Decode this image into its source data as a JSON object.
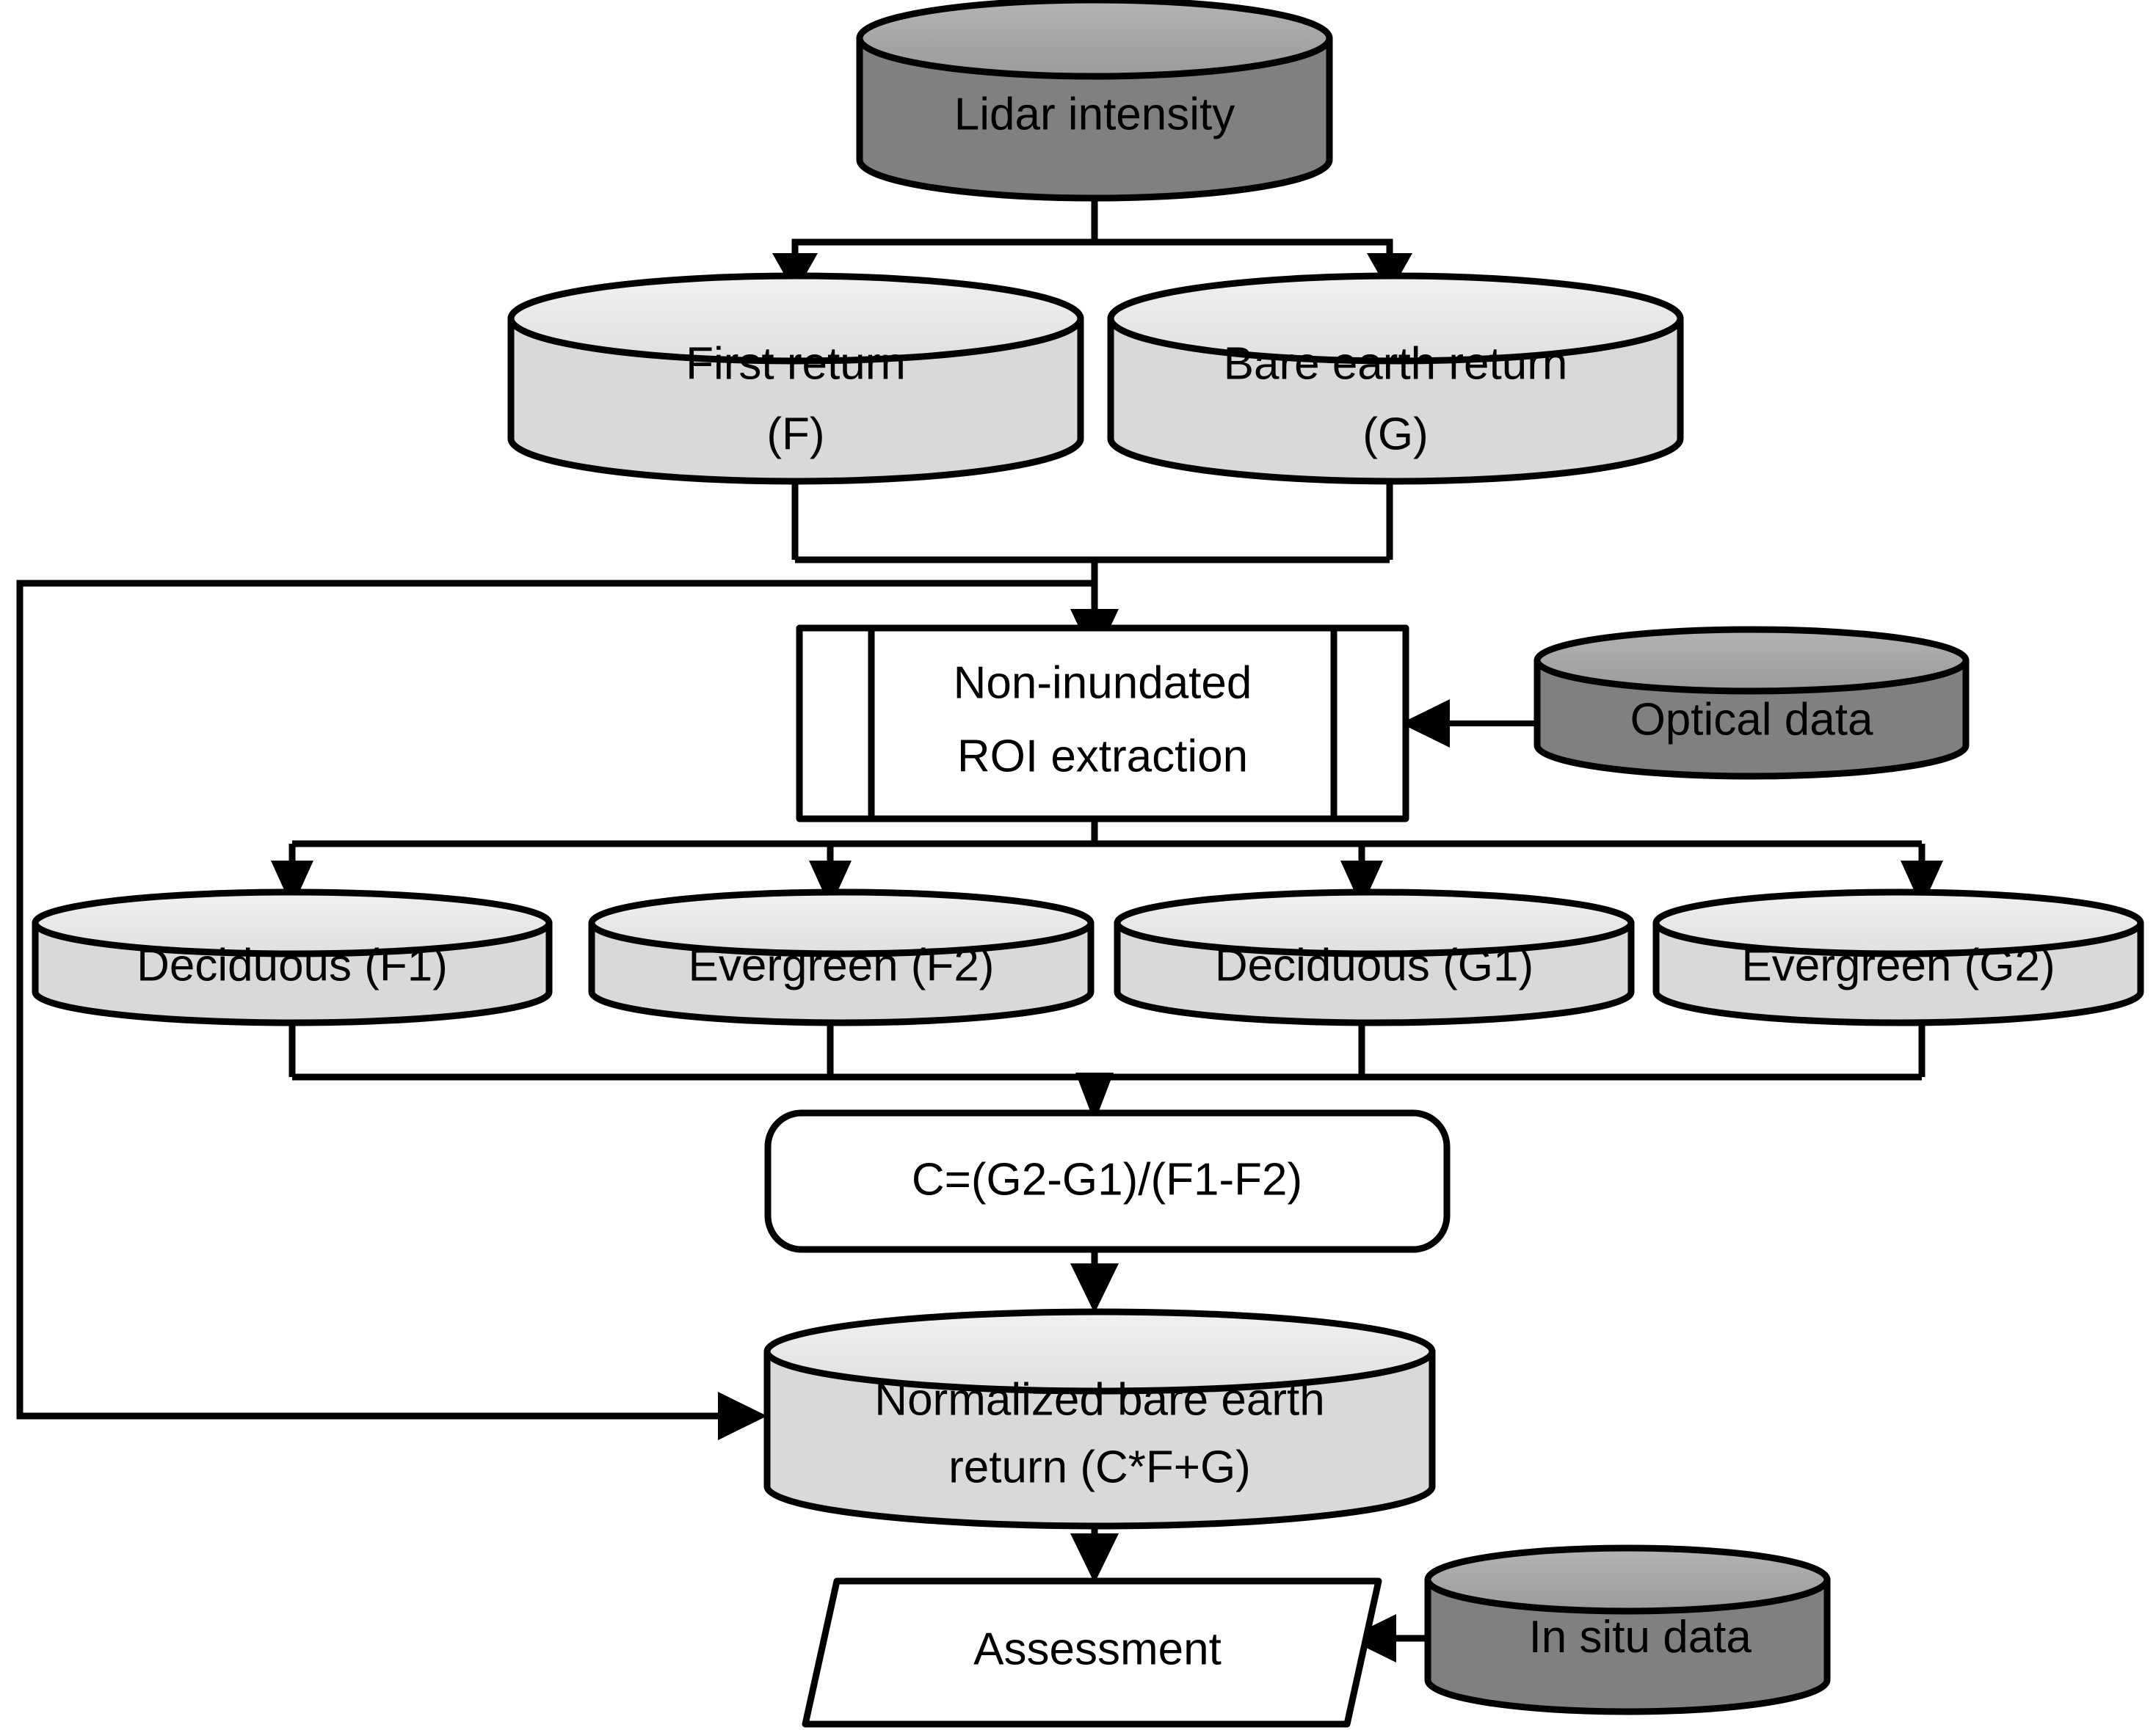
{
  "diagram": {
    "title": "Lidar intensity normalization workflow",
    "type": "flowchart",
    "background": "#ffffff",
    "colors": {
      "dark_cylinder_body": "#808080",
      "dark_cylinder_top": "#a6a6a6",
      "light_cylinder_body": "#d9d9d9",
      "light_cylinder_top": "#ebebeb",
      "white_fill": "#ffffff",
      "outline": "#000000"
    }
  },
  "nodes": {
    "lidar_intensity": {
      "label": "Lidar intensity",
      "shape": "cylinder",
      "fill": "dark"
    },
    "first_return": {
      "label_line1": "First return",
      "label_line2": "(F)",
      "shape": "cylinder",
      "fill": "light"
    },
    "bare_earth_return": {
      "label_line1": "Bare earth return",
      "label_line2": "(G)",
      "shape": "cylinder",
      "fill": "light"
    },
    "roi_extraction": {
      "label_line1": "Non-inundated",
      "label_line2": "ROI extraction",
      "shape": "predefined-process",
      "fill": "white"
    },
    "optical_data": {
      "label": "Optical data",
      "shape": "cylinder",
      "fill": "dark"
    },
    "deciduous_f1": {
      "label": "Deciduous (F1)",
      "shape": "cylinder",
      "fill": "light"
    },
    "evergreen_f2": {
      "label": "Evergreen (F2)",
      "shape": "cylinder",
      "fill": "light"
    },
    "deciduous_g1": {
      "label": "Deciduous (G1)",
      "shape": "cylinder",
      "fill": "light"
    },
    "evergreen_g2": {
      "label": "Evergreen (G2)",
      "shape": "cylinder",
      "fill": "light"
    },
    "formula": {
      "label": "C=(G2-G1)/(F1-F2)",
      "shape": "rounded-rectangle",
      "fill": "white"
    },
    "normalized_return": {
      "label_line1": "Normalized bare earth",
      "label_line2": "return (C*F+G)",
      "shape": "cylinder",
      "fill": "light"
    },
    "assessment": {
      "label": "Assessment",
      "shape": "parallelogram",
      "fill": "white"
    },
    "in_situ_data": {
      "label_italic": "In situ",
      "label_rest": " data",
      "shape": "cylinder",
      "fill": "dark"
    }
  },
  "edges": [
    {
      "from": "lidar_intensity",
      "to": "first_return",
      "style": "split-arrow"
    },
    {
      "from": "lidar_intensity",
      "to": "bare_earth_return",
      "style": "split-arrow"
    },
    {
      "from": "first_return",
      "to": "roi_extraction",
      "style": "merge-arrow"
    },
    {
      "from": "bare_earth_return",
      "to": "roi_extraction",
      "style": "merge-arrow"
    },
    {
      "from": "optical_data",
      "to": "roi_extraction",
      "style": "straight-arrow-left"
    },
    {
      "from": "roi_extraction",
      "to": "deciduous_f1",
      "style": "split-arrow"
    },
    {
      "from": "roi_extraction",
      "to": "evergreen_f2",
      "style": "split-arrow"
    },
    {
      "from": "roi_extraction",
      "to": "deciduous_g1",
      "style": "split-arrow"
    },
    {
      "from": "roi_extraction",
      "to": "evergreen_g2",
      "style": "split-arrow"
    },
    {
      "from": "deciduous_f1",
      "to": "formula",
      "style": "merge-arrow"
    },
    {
      "from": "evergreen_f2",
      "to": "formula",
      "style": "merge-arrow"
    },
    {
      "from": "deciduous_g1",
      "to": "formula",
      "style": "merge-arrow"
    },
    {
      "from": "evergreen_g2",
      "to": "formula",
      "style": "merge-arrow"
    },
    {
      "from": "formula",
      "to": "normalized_return",
      "style": "straight-arrow-down"
    },
    {
      "from": "first_return",
      "to": "normalized_return",
      "style": "bypass-left-arrow"
    },
    {
      "from": "normalized_return",
      "to": "assessment",
      "style": "straight-arrow-down"
    },
    {
      "from": "in_situ_data",
      "to": "assessment",
      "style": "straight-arrow-left"
    }
  ]
}
